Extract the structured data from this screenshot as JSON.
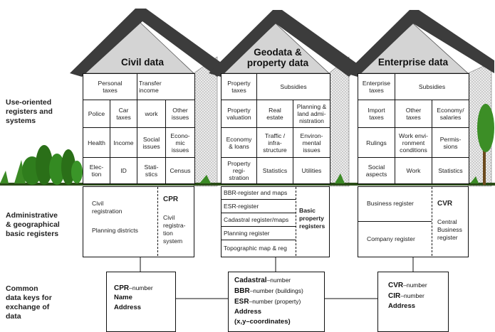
{
  "row_labels": {
    "use_oriented": "Use-oriented\nregisters and\nsystems",
    "administrative": "Administrative\n& geographical\nbasic registers",
    "common_keys": "Common\ndata keys for\nexchange of\ndata"
  },
  "houses": {
    "civil": {
      "title": "Civil data",
      "top_row": [
        "Personal\ntaxes",
        "Transfer\nincome"
      ],
      "rows": [
        [
          "Police",
          "Car\ntaxes",
          "work",
          "Other\nissues"
        ],
        [
          "Health",
          "Income",
          "Social\nissues",
          "Econo-\nmic\nissues"
        ],
        [
          "Elec-\ntion",
          "ID",
          "Stati-\nstics",
          "Census"
        ]
      ],
      "basic": {
        "left_items": [
          "Civil\nregistration",
          "Planning districts"
        ],
        "right_title": "CPR",
        "right_text": "Civil\nregistra-\ntion\nsystem"
      },
      "key": {
        "line1_bold": "CPR",
        "line1_rest": "–number",
        "line2": "Name",
        "line3": "Address"
      }
    },
    "geo": {
      "title": "Geodata &\nproperty data",
      "top_row": [
        "Property\ntaxes",
        "Subsidies"
      ],
      "rows": [
        [
          "Property\nvaluation",
          "Real\nestate",
          "Planning &\nland admi-\nnistration"
        ],
        [
          "Economy\n& loans",
          "Traffic /\ninfra-\nstructure",
          "Environ-\nmental\nissues"
        ],
        [
          "Property\nregi-\nstration",
          "Statistics",
          "Utilities"
        ]
      ],
      "basic": {
        "left_items": [
          "BBR-register and maps",
          "ESR-register",
          "Cadastral register/maps",
          "Planning register",
          "Topographic map & reg"
        ],
        "right_title": "Basic\nproperty\nregisters"
      },
      "key": {
        "l1_bold": "Cadastral",
        "l1_rest": "–number",
        "l2_bold": "BBR",
        "l2_rest": "–number (buildings)",
        "l3_bold": "ESR",
        "l3_rest": "–number (property)",
        "l4": "Address",
        "l5": "(x,y–coordinates)"
      }
    },
    "enterprise": {
      "title": "Enterprise data",
      "top_row": [
        "Enterprise\ntaxes",
        "Subsidies"
      ],
      "rows": [
        [
          "Import\ntaxes",
          "Other\ntaxes",
          "Economy/\nsalaries"
        ],
        [
          "Rulings",
          "Work envi-\nronment\nconditions",
          "Permis-\nsions"
        ],
        [
          "Social\naspects",
          "Work",
          "Statistics"
        ]
      ],
      "basic": {
        "left_items": [
          "Business register",
          "Company register"
        ],
        "right_title": "CVR",
        "right_text": "Central\nBusiness\nregister"
      },
      "key": {
        "l1_bold": "CVR",
        "l1_rest": "–number",
        "l2_bold": "CIR",
        "l2_rest": "–number",
        "l3": "Address"
      }
    }
  },
  "colors": {
    "roof": "#3a3a3a",
    "roof_light": "#5a5a5a",
    "gable": "#c8c8c8",
    "side_hatch": "#e3e3e3",
    "ground": "#2f5e1f",
    "tree": "#2e7a1e"
  }
}
